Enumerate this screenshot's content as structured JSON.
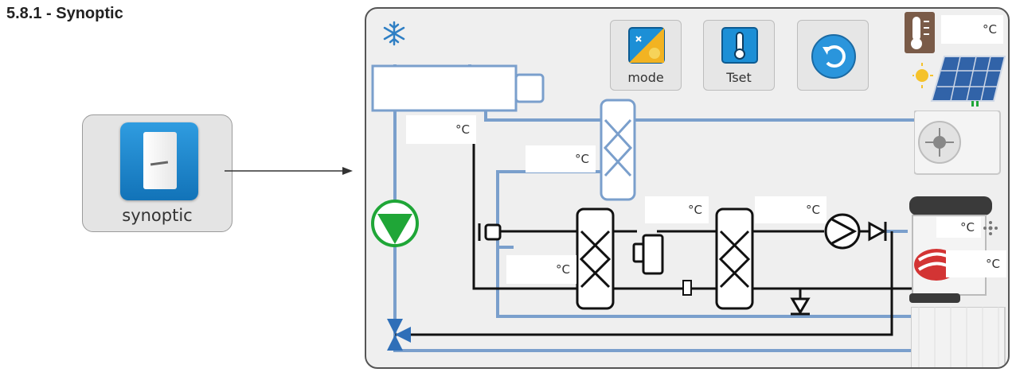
{
  "heading": "5.8.1 - Synoptic",
  "launcher": {
    "label": "synoptic",
    "icon": "boiler-unit-icon"
  },
  "toolbar": {
    "mode_label": "mode",
    "tset_label": "Tset",
    "back_icon": "back-arrow-icon"
  },
  "readings": {
    "outdoor_temp": "°C",
    "supply_temp": "°C",
    "hx_outdoor_temp": "°C",
    "return_temp": "°C",
    "hx1_out_temp": "°C",
    "hx2_out_temp": "°C",
    "dhw_top_temp": "°C",
    "dhw_coil_temp": "°C"
  },
  "icons": {
    "snowflake": "snowflake-icon",
    "thermometer": "outdoor-thermometer-icon",
    "sun": "sun-icon",
    "solar_panel": "solar-panel-icon",
    "outdoor_unit": "outdoor-unit-icon",
    "dhw_tank": "dhw-tank-icon",
    "indoor_unit": "indoor-unit-icon"
  },
  "colors": {
    "water_pipe": "#7a9fcc",
    "refrigerant_pipe": "#111111",
    "pump_green": "#1fa637",
    "button_blue": "#1c8fd6"
  }
}
